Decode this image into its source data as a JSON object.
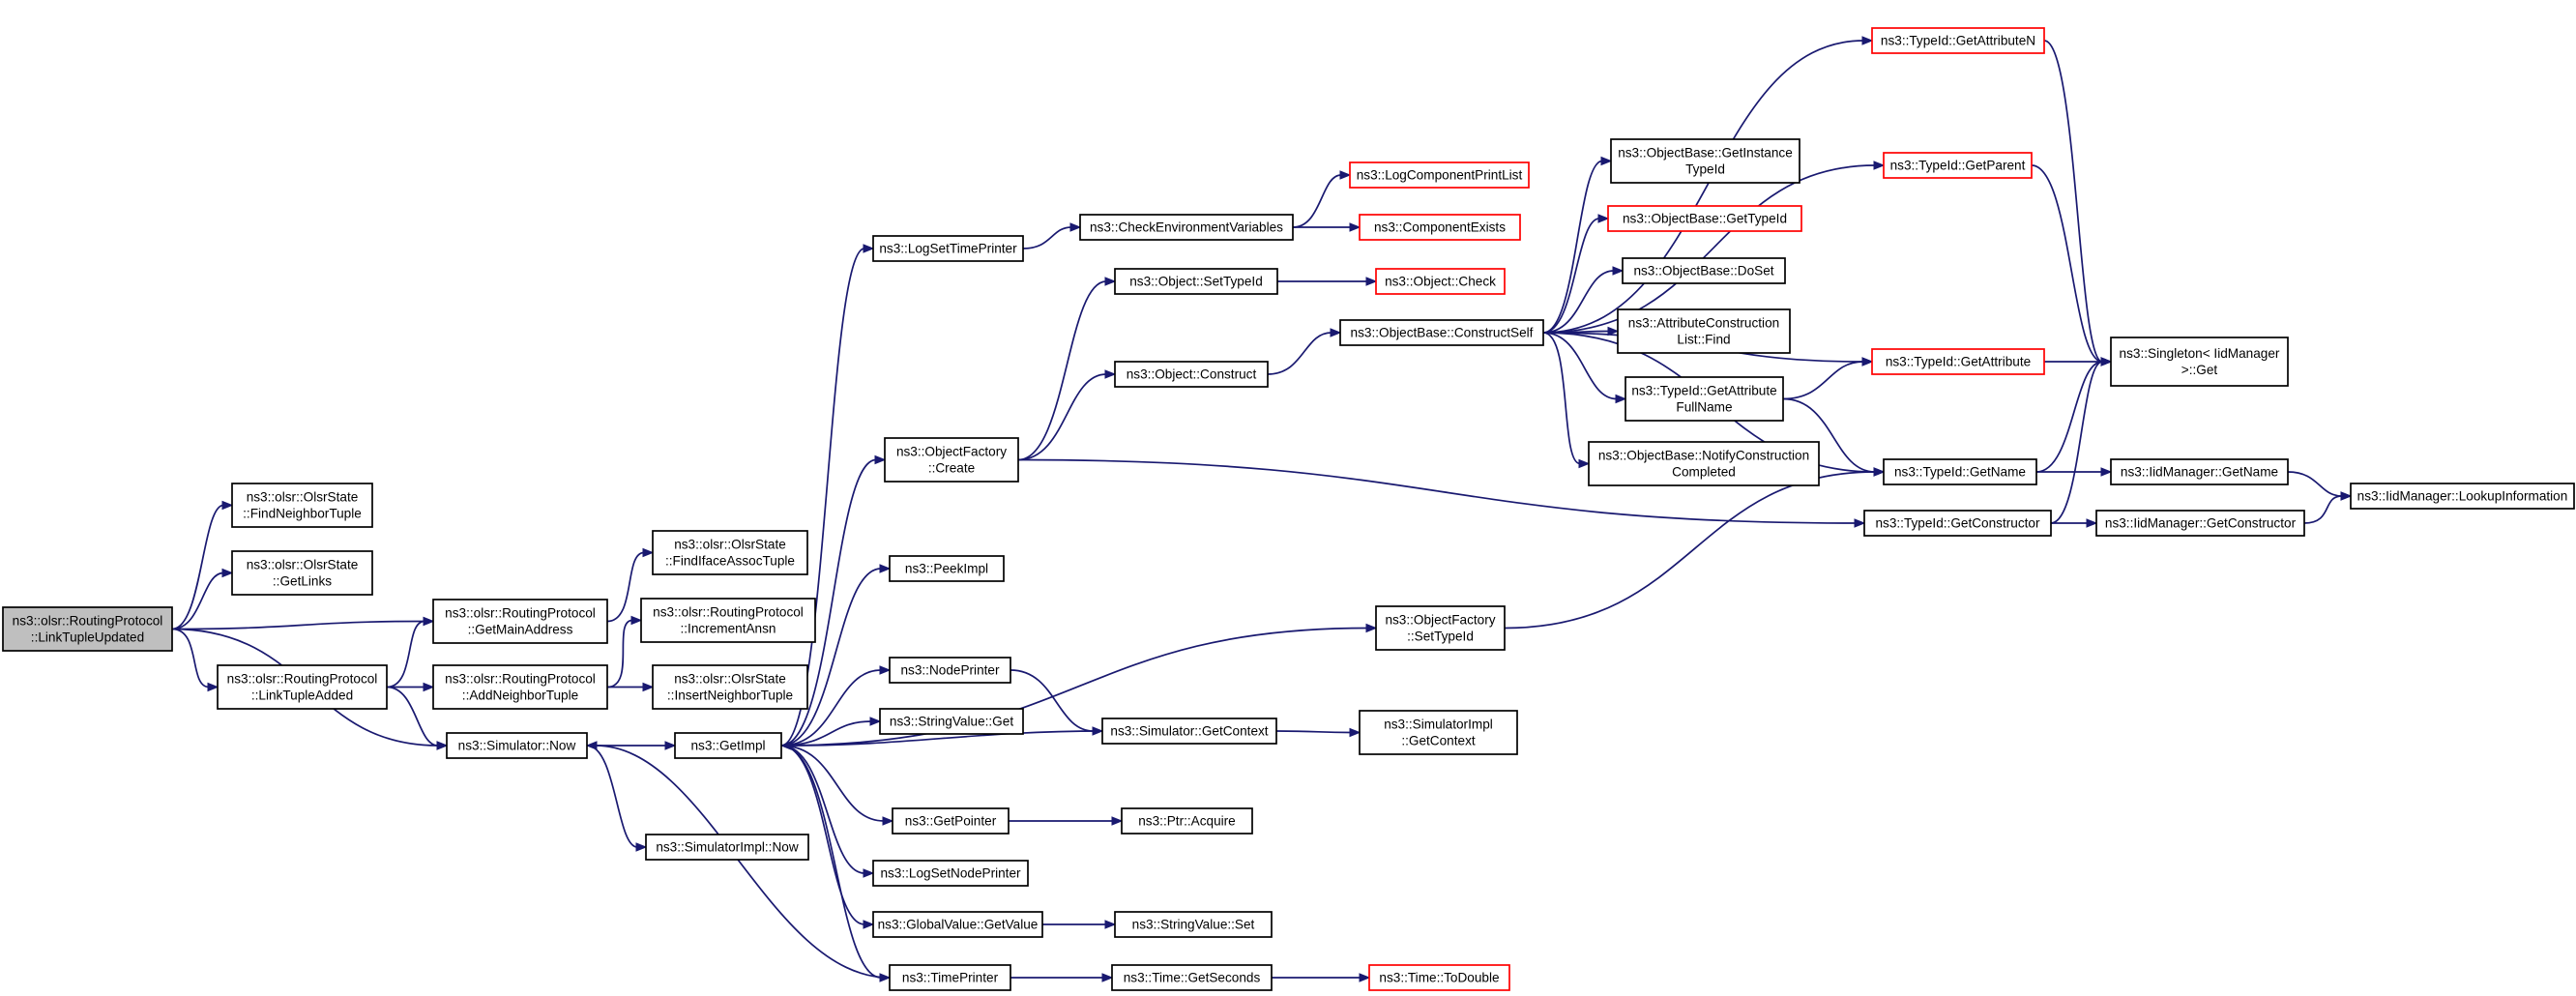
{
  "colors": {
    "edge": "#191970",
    "border": "#000000",
    "border_truncated": "#ff0000",
    "root_fill": "#bfbfbf",
    "node_fill": "#ffffff"
  },
  "nodes": [
    {
      "id": "n0",
      "lines": [
        "ns3::olsr::RoutingProtocol",
        "::LinkTupleUpdated"
      ],
      "root": true
    },
    {
      "id": "n1",
      "lines": [
        "ns3::olsr::OlsrState",
        "::FindNeighborTuple"
      ]
    },
    {
      "id": "n2",
      "lines": [
        "ns3::olsr::OlsrState",
        "::GetLinks"
      ]
    },
    {
      "id": "n3",
      "lines": [
        "ns3::olsr::RoutingProtocol",
        "::GetMainAddress"
      ]
    },
    {
      "id": "n4",
      "lines": [
        "ns3::olsr::RoutingProtocol",
        "::LinkTupleAdded"
      ]
    },
    {
      "id": "n5",
      "lines": [
        "ns3::Simulator::Now"
      ]
    },
    {
      "id": "n6",
      "lines": [
        "ns3::olsr::OlsrState",
        "::FindIfaceAssocTuple"
      ]
    },
    {
      "id": "n7",
      "lines": [
        "ns3::olsr::RoutingProtocol",
        "::AddNeighborTuple"
      ]
    },
    {
      "id": "n8",
      "lines": [
        "ns3::olsr::RoutingProtocol",
        "::IncrementAnsn"
      ]
    },
    {
      "id": "n9",
      "lines": [
        "ns3::olsr::OlsrState",
        "::InsertNeighborTuple"
      ]
    },
    {
      "id": "n10",
      "lines": [
        "ns3::GetImpl"
      ]
    },
    {
      "id": "n11",
      "lines": [
        "ns3::SimulatorImpl::Now"
      ]
    },
    {
      "id": "n12",
      "lines": [
        "ns3::LogSetTimePrinter"
      ]
    },
    {
      "id": "n13",
      "lines": [
        "ns3::ObjectFactory",
        "::Create"
      ]
    },
    {
      "id": "n14",
      "lines": [
        "ns3::PeekImpl"
      ]
    },
    {
      "id": "n15",
      "lines": [
        "ns3::NodePrinter"
      ]
    },
    {
      "id": "n16",
      "lines": [
        "ns3::StringValue::Get"
      ]
    },
    {
      "id": "n17",
      "lines": [
        "ns3::GetPointer"
      ]
    },
    {
      "id": "n18",
      "lines": [
        "ns3::LogSetNodePrinter"
      ]
    },
    {
      "id": "n19",
      "lines": [
        "ns3::GlobalValue::GetValue"
      ]
    },
    {
      "id": "n20",
      "lines": [
        "ns3::TimePrinter"
      ]
    },
    {
      "id": "n21",
      "lines": [
        "ns3::CheckEnvironmentVariables"
      ]
    },
    {
      "id": "n22",
      "lines": [
        "ns3::Object::SetTypeId"
      ]
    },
    {
      "id": "n23",
      "lines": [
        "ns3::Object::Construct"
      ]
    },
    {
      "id": "n24",
      "lines": [
        "ns3::ObjectFactory",
        "::SetTypeId"
      ]
    },
    {
      "id": "n25",
      "lines": [
        "ns3::Simulator::GetContext"
      ]
    },
    {
      "id": "n26",
      "lines": [
        "ns3::Ptr::Acquire"
      ]
    },
    {
      "id": "n27",
      "lines": [
        "ns3::StringValue::Set"
      ]
    },
    {
      "id": "n28",
      "lines": [
        "ns3::Time::GetSeconds"
      ]
    },
    {
      "id": "n29",
      "lines": [
        "ns3::LogComponentPrintList"
      ],
      "truncated": true
    },
    {
      "id": "n30",
      "lines": [
        "ns3::ComponentExists"
      ],
      "truncated": true
    },
    {
      "id": "n31",
      "lines": [
        "ns3::Object::Check"
      ],
      "truncated": true
    },
    {
      "id": "n32",
      "lines": [
        "ns3::ObjectBase::ConstructSelf"
      ]
    },
    {
      "id": "n33",
      "lines": [
        "ns3::SimulatorImpl",
        "::GetContext"
      ]
    },
    {
      "id": "n34",
      "lines": [
        "ns3::Time::ToDouble"
      ],
      "truncated": true
    },
    {
      "id": "n35",
      "lines": [
        "ns3::ObjectBase::GetInstance",
        "TypeId"
      ]
    },
    {
      "id": "n36",
      "lines": [
        "ns3::ObjectBase::GetTypeId"
      ],
      "truncated": true
    },
    {
      "id": "n37",
      "lines": [
        "ns3::ObjectBase::DoSet"
      ]
    },
    {
      "id": "n38",
      "lines": [
        "ns3::AttributeConstruction",
        "List::Find"
      ]
    },
    {
      "id": "n39",
      "lines": [
        "ns3::TypeId::GetAttribute",
        "FullName"
      ]
    },
    {
      "id": "n40",
      "lines": [
        "ns3::ObjectBase::NotifyConstruction",
        "Completed"
      ]
    },
    {
      "id": "n41",
      "lines": [
        "ns3::TypeId::GetName"
      ]
    },
    {
      "id": "n42",
      "lines": [
        "ns3::TypeId::GetConstructor"
      ]
    },
    {
      "id": "n43",
      "lines": [
        "ns3::TypeId::GetAttributeN"
      ],
      "truncated": true
    },
    {
      "id": "n44",
      "lines": [
        "ns3::TypeId::GetParent"
      ],
      "truncated": true
    },
    {
      "id": "n45",
      "lines": [
        "ns3::TypeId::GetAttribute"
      ],
      "truncated": true
    },
    {
      "id": "n46",
      "lines": [
        "ns3::Singleton< IidManager",
        " >::Get"
      ]
    },
    {
      "id": "n47",
      "lines": [
        "ns3::IidManager::GetName"
      ]
    },
    {
      "id": "n48",
      "lines": [
        "ns3::IidManager::GetConstructor"
      ]
    },
    {
      "id": "n49",
      "lines": [
        "ns3::IidManager::LookupInformation"
      ]
    }
  ],
  "edges": [
    [
      "n0",
      "n1"
    ],
    [
      "n0",
      "n2"
    ],
    [
      "n0",
      "n3"
    ],
    [
      "n0",
      "n4"
    ],
    [
      "n0",
      "n5"
    ],
    [
      "n4",
      "n3"
    ],
    [
      "n4",
      "n7"
    ],
    [
      "n4",
      "n5"
    ],
    [
      "n3",
      "n6"
    ],
    [
      "n7",
      "n8"
    ],
    [
      "n7",
      "n9"
    ],
    [
      "n5",
      "n10"
    ],
    [
      "n5",
      "n11"
    ],
    [
      "n10",
      "n12"
    ],
    [
      "n10",
      "n13"
    ],
    [
      "n10",
      "n14"
    ],
    [
      "n10",
      "n24"
    ],
    [
      "n10",
      "n15"
    ],
    [
      "n10",
      "n16"
    ],
    [
      "n10",
      "n17"
    ],
    [
      "n10",
      "n18"
    ],
    [
      "n10",
      "n19"
    ],
    [
      "n10",
      "n20"
    ],
    [
      "n12",
      "n21"
    ],
    [
      "n21",
      "n29"
    ],
    [
      "n21",
      "n30"
    ],
    [
      "n13",
      "n22"
    ],
    [
      "n13",
      "n23"
    ],
    [
      "n13",
      "n42"
    ],
    [
      "n22",
      "n31"
    ],
    [
      "n23",
      "n32"
    ],
    [
      "n32",
      "n35"
    ],
    [
      "n32",
      "n36"
    ],
    [
      "n32",
      "n37"
    ],
    [
      "n32",
      "n38"
    ],
    [
      "n32",
      "n39"
    ],
    [
      "n32",
      "n40"
    ],
    [
      "n32",
      "n41"
    ],
    [
      "n32",
      "n43"
    ],
    [
      "n32",
      "n44"
    ],
    [
      "n32",
      "n45"
    ],
    [
      "n39",
      "n45"
    ],
    [
      "n39",
      "n41"
    ],
    [
      "n41",
      "n46"
    ],
    [
      "n41",
      "n47"
    ],
    [
      "n42",
      "n46"
    ],
    [
      "n42",
      "n48"
    ],
    [
      "n43",
      "n46"
    ],
    [
      "n44",
      "n46"
    ],
    [
      "n45",
      "n46"
    ],
    [
      "n47",
      "n49"
    ],
    [
      "n48",
      "n49"
    ],
    [
      "n24",
      "n41"
    ],
    [
      "n15",
      "n25"
    ],
    [
      "n25",
      "n10"
    ],
    [
      "n25",
      "n33"
    ],
    [
      "n17",
      "n26"
    ],
    [
      "n19",
      "n27"
    ],
    [
      "n20",
      "n5"
    ],
    [
      "n20",
      "n28"
    ],
    [
      "n28",
      "n34"
    ]
  ]
}
